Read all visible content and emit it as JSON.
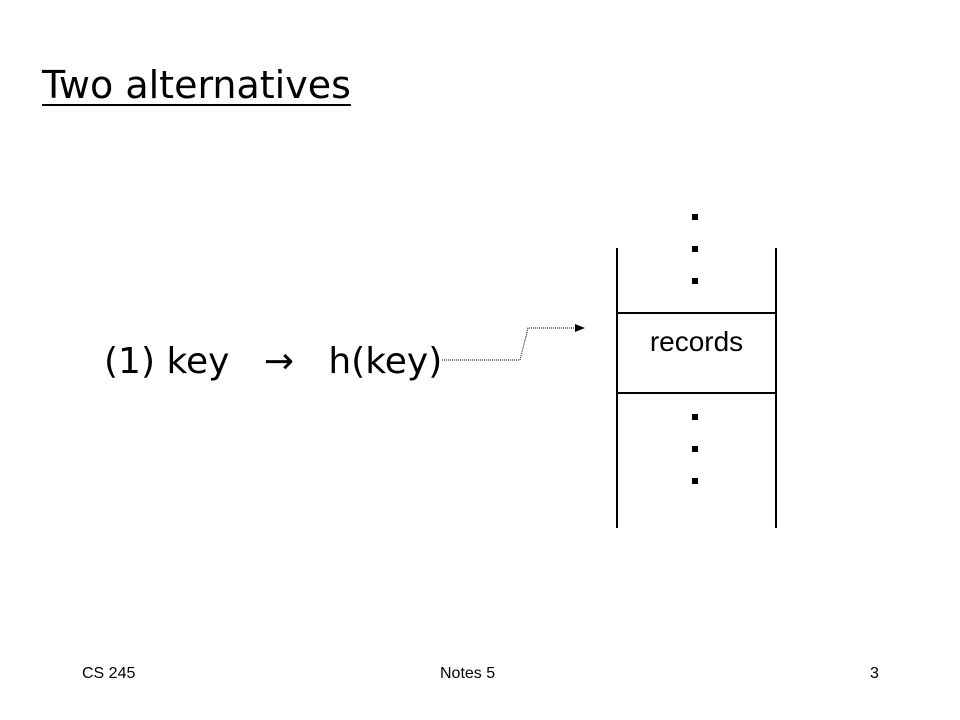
{
  "slide": {
    "title": "Two alternatives",
    "formula": {
      "prefix": "(1) key",
      "arrow": "→",
      "suffix": "h(key)"
    },
    "bucket": {
      "records_label": "records"
    }
  },
  "footer": {
    "course": "CS 245",
    "notes": "Notes 5",
    "page_number": "3"
  }
}
